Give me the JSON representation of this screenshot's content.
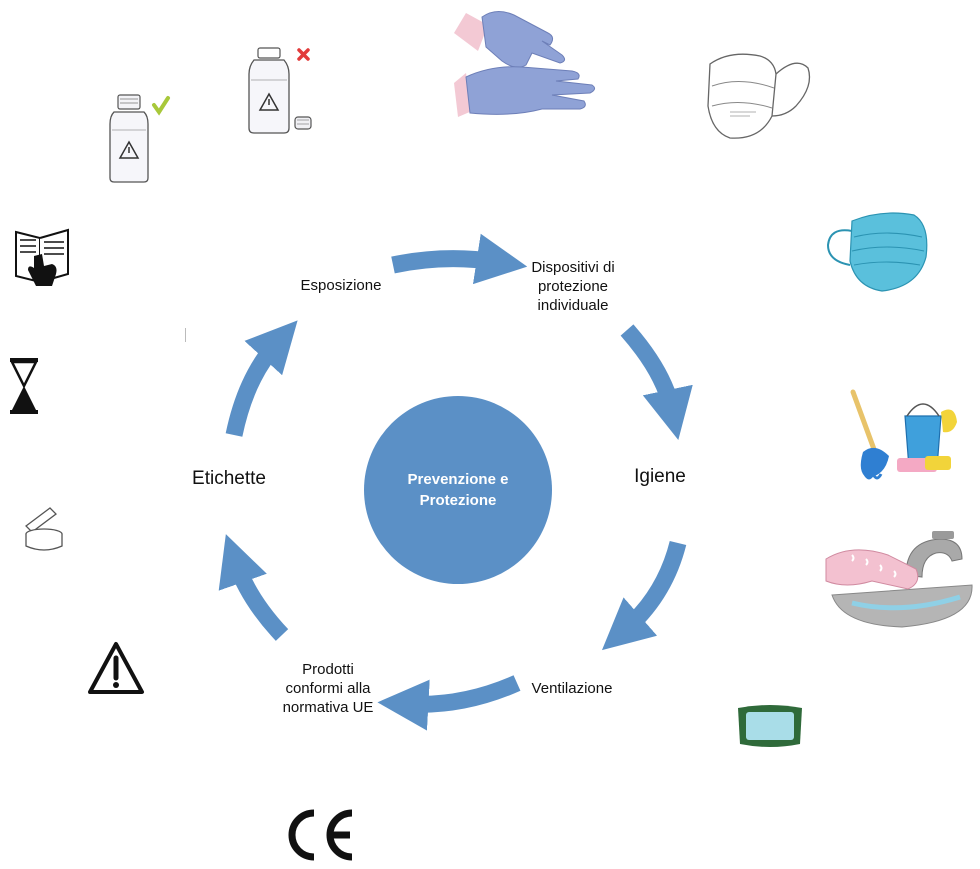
{
  "center": {
    "line1": "Prevenzione e",
    "line2": "Protezione"
  },
  "cycle_labels": {
    "esposizione": "Esposizione",
    "dpi_line1": "Dispositivi di",
    "dpi_line2": "protezione",
    "dpi_line3": "individuale",
    "igiene": "Igiene",
    "ventilazione": "Ventilazione",
    "prodotti_line1": "Prodotti",
    "prodotti_line2": "conformi alla",
    "prodotti_line3": "normativa UE",
    "etichette": "Etichette"
  },
  "ce_mark": "CE",
  "colors": {
    "arrow": "#5b90c6",
    "circle": "#5b90c6",
    "glove": "#8fa2d6",
    "mask": "#5ac0dc",
    "check": "#a8c83a",
    "cross": "#e23b3b"
  },
  "icons": [
    "bottle-closed-icon",
    "check-icon",
    "bottle-open-icon",
    "cross-icon",
    "gloves-icon",
    "ffp2-mask-icon",
    "surgical-mask-icon",
    "cleaning-icon",
    "handwash-icon",
    "wipes-icon",
    "manual-icon",
    "hourglass-icon",
    "open-jar-icon",
    "warning-icon",
    "ce-mark"
  ]
}
